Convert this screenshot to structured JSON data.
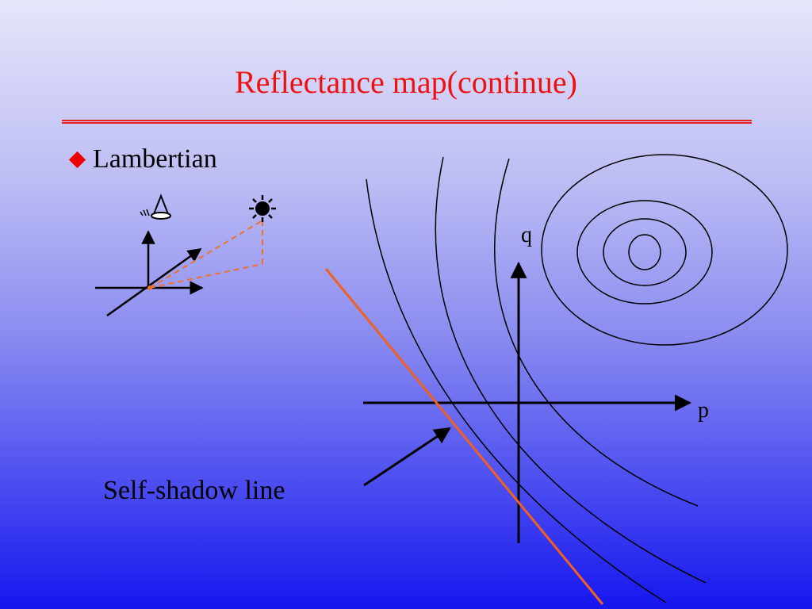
{
  "slide": {
    "title": "Reflectance map(continue)",
    "bullet": "Lambertian",
    "caption": "Self-shadow line",
    "axis_p": "p",
    "axis_q": "q"
  },
  "colors": {
    "title": "#ee1111",
    "bullet": "#ee0000",
    "shadow_line": "#f06020",
    "light_rays": "#f07030"
  },
  "icons": [
    "eye-icon",
    "sun-icon",
    "diamond-bullet-icon"
  ]
}
